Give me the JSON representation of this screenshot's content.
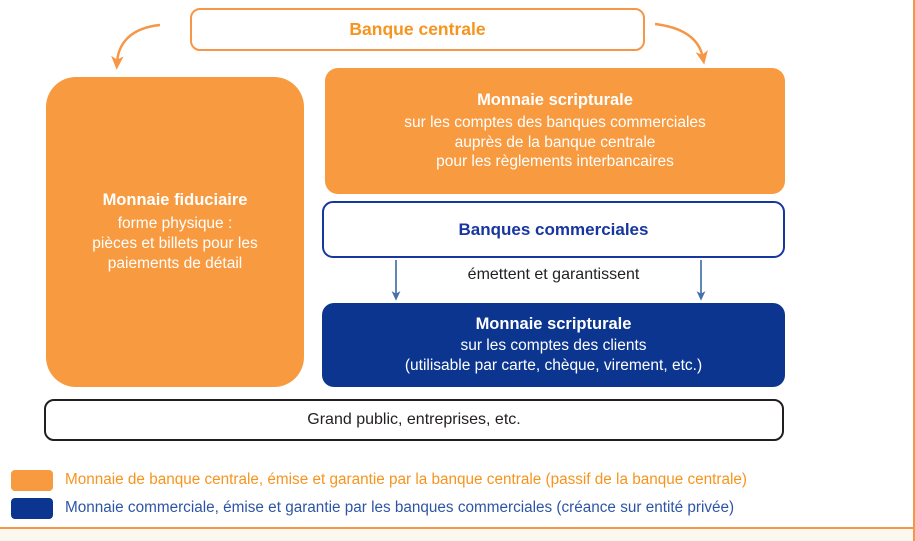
{
  "diagram": {
    "central_bank": {
      "title": "Banque centrale"
    },
    "fiduciary": {
      "title": "Monnaie fiduciaire",
      "line1": "forme physique :",
      "line2": "pièces et billets pour les",
      "line3": "paiements de détail"
    },
    "scriptural_central_bank": {
      "title": "Monnaie scripturale",
      "line1": "sur les comptes des banques commerciales",
      "line2": "auprès de la banque centrale",
      "line3": "pour les règlements interbancaires"
    },
    "commercial_banks": {
      "title": "Banques commerciales"
    },
    "issue_label": "émettent et garantissent",
    "scriptural_clients": {
      "title": "Monnaie scripturale",
      "line1": "sur les comptes des clients",
      "line2": "(utilisable par carte, chèque, virement, etc.)"
    },
    "general_public": {
      "title": "Grand public, entreprises, etc."
    }
  },
  "legend": {
    "items": [
      {
        "swatch": "orange",
        "color": "#F89A3F",
        "text_color": "#F7941E",
        "label": "Monnaie de banque centrale, émise et garantie par la banque centrale (passif de la banque centrale)"
      },
      {
        "swatch": "blue",
        "color": "#0B358F",
        "text_color": "#2E55A5",
        "label": "Monnaie commerciale, émise et garantie par les banques commerciales (créance sur entité privée)"
      }
    ]
  },
  "colors": {
    "orange_fill": "#F89A3F",
    "orange_stroke": "#F79646",
    "orange_text": "#F7941E",
    "blue_fill": "#0B358F",
    "blue_stroke": "#17369F",
    "blue_text": "#2E55A5",
    "black": "#231F20",
    "white": "#FFFFFF",
    "band": "#FDF8EF"
  }
}
